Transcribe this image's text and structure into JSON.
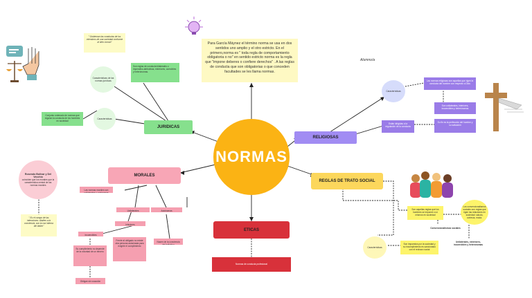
{
  "center": {
    "title": "NORMAS"
  },
  "definition": "Para García Máynez el término norma se usa en dos sentidos uno amplio y el otro estricto. En el primero,norma es \" toda regla de comportamiento obligatoria o no\" en sentido estricto norma es la regla que \"impone deberes o confiere derechos\" . A las reglas de conducta que son obligatorias o que conceden facultades se les llama normas.",
  "branches": {
    "juridicas": "JURIDICAS",
    "religiosas": "RELIGIOSAS",
    "morales": "MORALES",
    "trato_social": "REGLAS DE TRATO SOCIAL",
    "eticas": "ETICAS"
  },
  "juridicas": {
    "quote": "\" Gobiernan las conductas de los miembros de una sociedad conforme al bien común\"",
    "green_box": "Son reglas de conducta bilaterales o imperativo-atributivas, exteriores, coercibles y heterónomas.",
    "circle_top": "Características de las normas jurídicas",
    "circle_bottom": "Características",
    "green_left": "Conjunto ordenado de normas que regulan la conducta de los hombres en sociedad"
  },
  "morales": {
    "circle_title": "Rosendo Bolivar y Del Vecchio",
    "circle_rest": "coinciden que los morales que la característica central de las normas morales",
    "quote": "\" Es el campo de las intenciones. Atañen a la conciencia, son la voz interna del deber\"",
    "sub1": "Las normas morales son unilaterales y autónomas",
    "sub2": "Unilaterales",
    "sub3": "Autónomas",
    "sub4": "Interiores",
    "sub5": "Incoercibles",
    "sub6": "Nacen de la conciencia del individuo",
    "sub7": "Frente al obligado no existe otra persona autorizada para exigirle el cumplimiento",
    "sub8": "Su cumplimiento no depende de la voluntad de un tercero",
    "sub9": "Obligan sin coacción"
  },
  "religiosas": {
    "circle": "Características",
    "box1": "Las normas religiosas son aquellas que rigen la conducta del hombre con respecto a Dios",
    "box2": "Son unilaterales, interiores, incoercibles y heterónomas",
    "box3": "Están dirigidas a la regulación de la conducta",
    "box4": "Su fin es la perfección del hombre y su salvación"
  },
  "trato_social": {
    "box1": "Son aquellas reglas que los hombres se imponen a sí mismos en sociedad",
    "circle_right": "Los convencionalismos sociales son reglas que rigen las relaciones en sociedad: saludo, cortesía, moda.",
    "note1": "Convencionalismos sociales",
    "note2": "Unilaterales, exteriores, incoercibles y heterónomas",
    "circle_left": "Características",
    "box2": "Son impuestos por la sociedad y su incumplimiento es sancionado con el rechazo social"
  },
  "eticas": {
    "box": "Normas de conducta profesional"
  },
  "signature": "Alumno/a",
  "colors": {
    "yellow": "#fbb314",
    "green": "#86e08d",
    "purple": "#a18cf3",
    "pink": "#f8a6b6",
    "red": "#d8313a",
    "light_yellow": "#fdf46b"
  }
}
